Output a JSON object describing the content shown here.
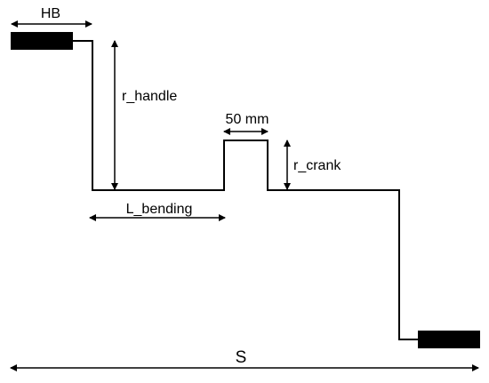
{
  "diagram": {
    "labels": {
      "handle_bar_width": "HB",
      "handle_radius": "r_handle",
      "crank_pin_width": "50 mm",
      "crank_radius": "r_crank",
      "bending_length": "L_bending",
      "total_span": "S"
    },
    "colors": {
      "line": "#000000",
      "block": "#000000",
      "background": "#ffffff"
    }
  }
}
